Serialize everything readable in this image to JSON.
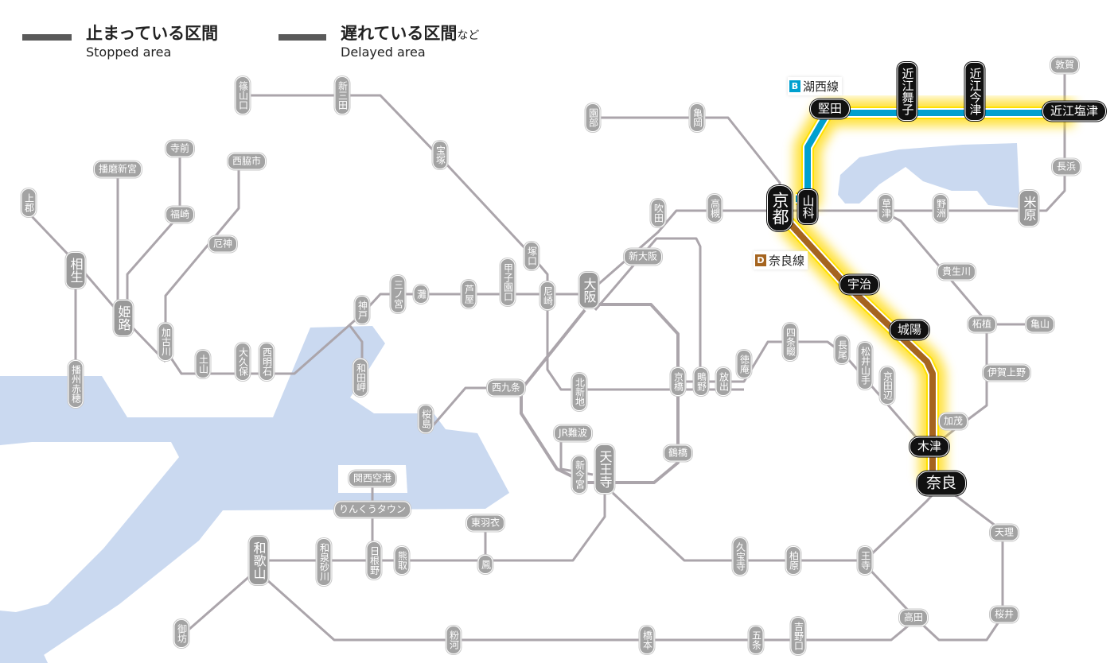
{
  "legend": {
    "stopped_jp": "止まっている区間",
    "stopped_en": "Stopped area",
    "delayed_jp": "遅れている区間",
    "delayed_suffix": "など",
    "delayed_en": "Delayed area"
  },
  "line_badges": {
    "kosei": {
      "letter": "B",
      "name": "湖西線",
      "color": "#00a0cf"
    },
    "nara": {
      "letter": "D",
      "name": "奈良線",
      "color": "#a5641f"
    }
  },
  "colors": {
    "water": "#cad9f0",
    "line": "#aba5ab",
    "glow": "#ffd800",
    "kosei": "#00a0cf",
    "nara": "#a5641f"
  },
  "stations": {
    "sasayamaguchi": "篠山口",
    "shinsanda": "新三田",
    "takarazuka": "宝塚",
    "tsukaguchi": "塚口",
    "amagasaki": "尼崎",
    "koshienguchi": "甲子園口",
    "ashiya": "芦屋",
    "nada": "灘",
    "sannomiya": "三ノ宮",
    "kobe": "神戸",
    "wadamisaki": "和田岬",
    "nishiakashi": "西明石",
    "okubo": "大久保",
    "tsuchiyama": "土山",
    "kakogawa": "加古川",
    "yakujin": "厄神",
    "nishiwakishi": "西脇市",
    "teramae": "寺前",
    "fukusaki": "福崎",
    "harimashingu": "播磨新宮",
    "himeji": "姫路",
    "aioi": "相生",
    "kamigori": "上郡",
    "banshuako": "播州赤穂",
    "osaka": "大阪",
    "shinosaka": "新大阪",
    "suita": "吹田",
    "takatsuki": "高槻",
    "kyoto": "京都",
    "yamashina": "山科",
    "katata": "堅田",
    "omimaiko": "近江舞子",
    "omiimazu": "近江今津",
    "omishiotsu": "近江塩津",
    "tsuruga": "敦賀",
    "nagahama": "長浜",
    "maibara": "米原",
    "yasu": "野洲",
    "kusatsu": "草津",
    "kibukawa": "貴生川",
    "tsuge": "柘植",
    "kameyama": "亀山",
    "igaueno": "伊賀上野",
    "kamo": "加茂",
    "kizu": "木津",
    "nara": "奈良",
    "uji": "宇治",
    "joyo": "城陽",
    "sonobe": "園部",
    "kameoka": "亀岡",
    "shijonawate": "四条畷",
    "nagao": "長尾",
    "matsuiyamate": "松井山手",
    "kyotanabe": "京田辺",
    "tokuan": "徳庵",
    "hanaten": "放出",
    "shigino": "鴫野",
    "kyobashi": "京橋",
    "kitashinchi": "北新地",
    "nishikujo": "西九条",
    "sakurajima": "桜島",
    "jrnamba": "JR難波",
    "shinimamiya": "新今宮",
    "tennoji": "天王寺",
    "tsuruhashi": "鶴橋",
    "kansaiairport": "関西空港",
    "rinkutown": "りんくうタウン",
    "higashihagoromo": "東羽衣",
    "otori": "鳳",
    "kumatori": "熊取",
    "hineno": "日根野",
    "izumisunagawa": "和泉砂川",
    "wakayama": "和歌山",
    "gobo": "御坊",
    "kokawa": "粉河",
    "hashimoto": "橋本",
    "gojo": "五条",
    "yoshinoguchi": "吉野口",
    "takada": "高田",
    "sakurai": "桜井",
    "tenri": "天理",
    "oji": "王寺",
    "kashiwara": "柏原",
    "kyuhoji": "久宝寺"
  }
}
